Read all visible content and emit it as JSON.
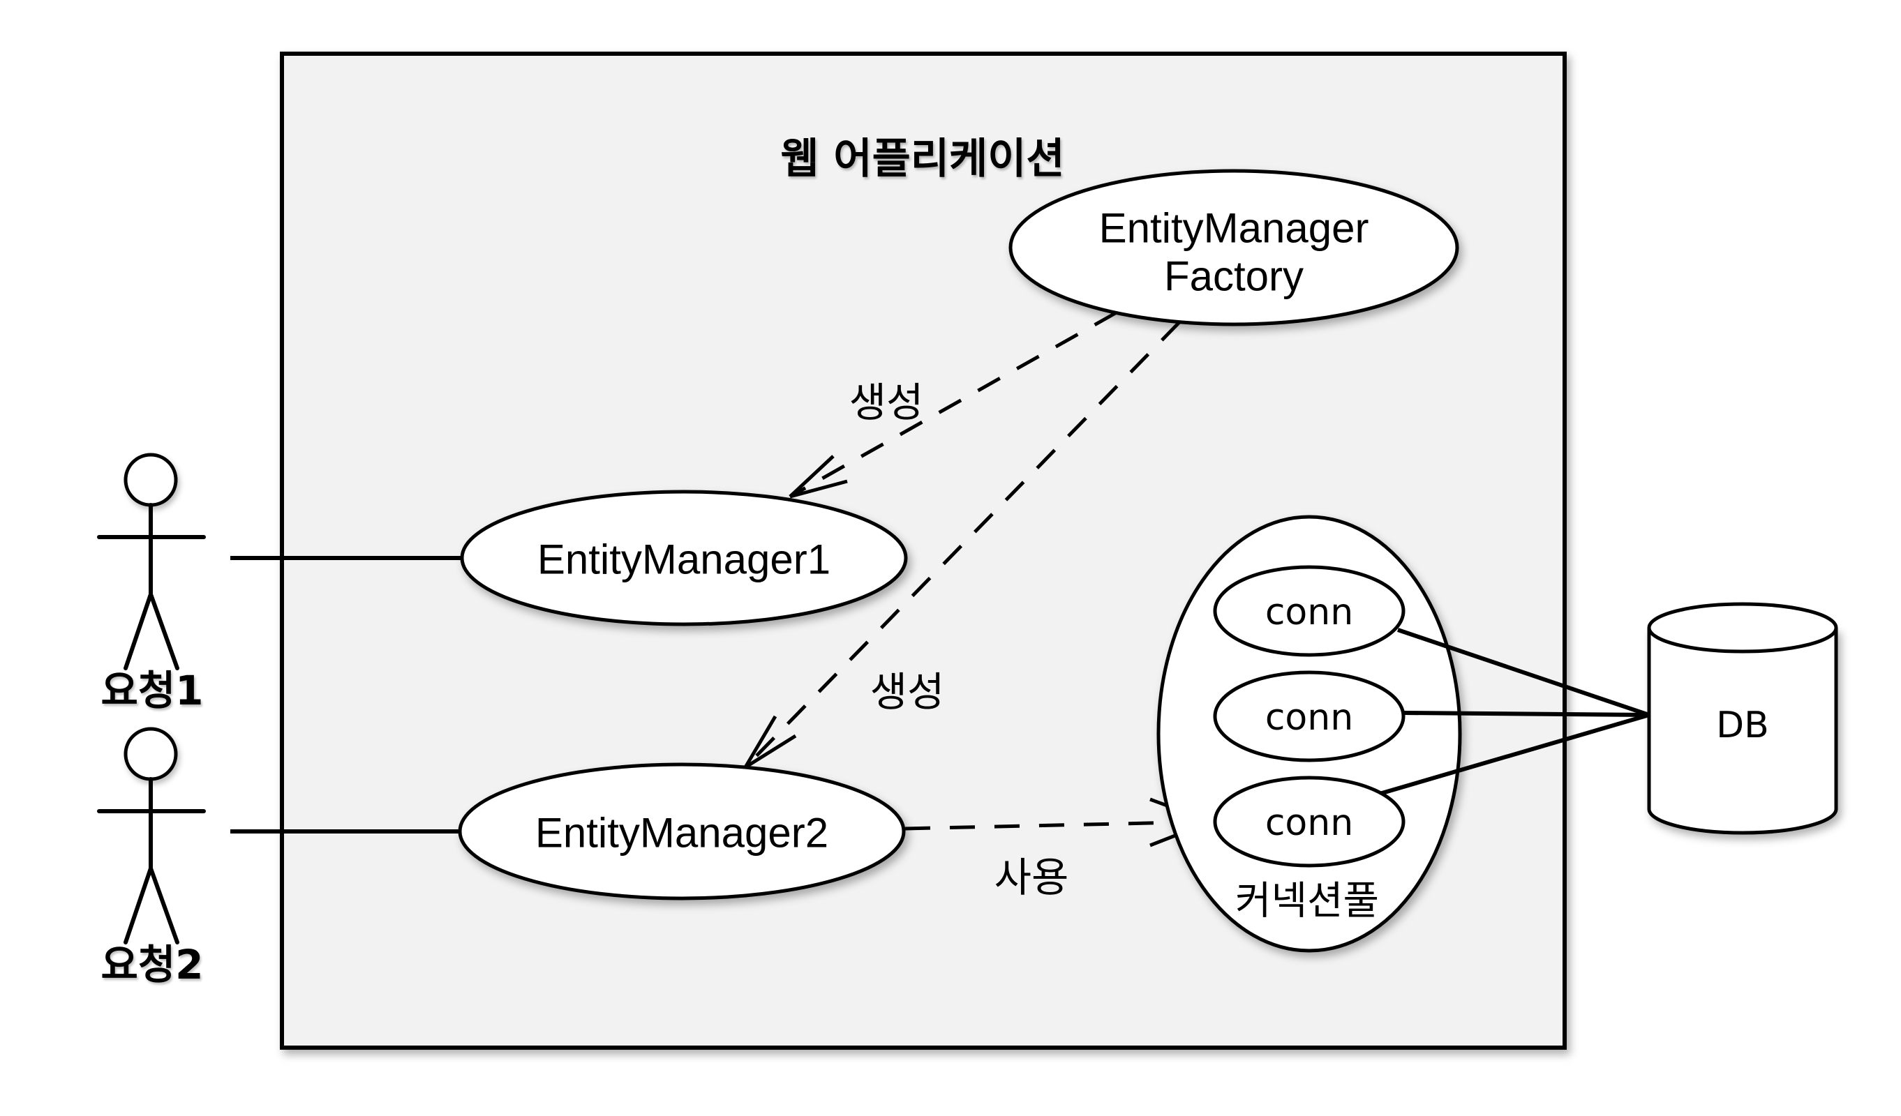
{
  "diagram": {
    "title": "웹 어플리케이션",
    "colors": {
      "background": "#ffffff",
      "container_fill": "#f2f2f2",
      "shape_fill": "#ffffff",
      "stroke": "#000000"
    },
    "actors": [
      {
        "label": "요청1"
      },
      {
        "label": "요청2"
      }
    ],
    "nodes": {
      "factory": {
        "line1": "EntityManager",
        "line2": "Factory"
      },
      "em1": {
        "label": "EntityManager1"
      },
      "em2": {
        "label": "EntityManager2"
      },
      "pool": {
        "label": "커넥션풀",
        "conns": [
          {
            "label": "conn"
          },
          {
            "label": "conn"
          },
          {
            "label": "conn"
          }
        ]
      },
      "db": {
        "label": "DB"
      }
    },
    "edges": [
      {
        "from": "EntityManagerFactory",
        "to": "EntityManager1",
        "label": "생성",
        "style": "dashed-arrow"
      },
      {
        "from": "EntityManagerFactory",
        "to": "EntityManager2",
        "label": "생성",
        "style": "dashed-arrow"
      },
      {
        "from": "EntityManager2",
        "to": "conn-3",
        "label": "사용",
        "style": "dashed-arrow"
      },
      {
        "from": "요청1",
        "to": "EntityManager1",
        "label": "",
        "style": "solid"
      },
      {
        "from": "요청2",
        "to": "EntityManager2",
        "label": "",
        "style": "solid"
      },
      {
        "from": "conn-1",
        "to": "DB",
        "label": "",
        "style": "solid"
      },
      {
        "from": "conn-2",
        "to": "DB",
        "label": "",
        "style": "solid"
      },
      {
        "from": "conn-3",
        "to": "DB",
        "label": "",
        "style": "solid"
      }
    ]
  }
}
